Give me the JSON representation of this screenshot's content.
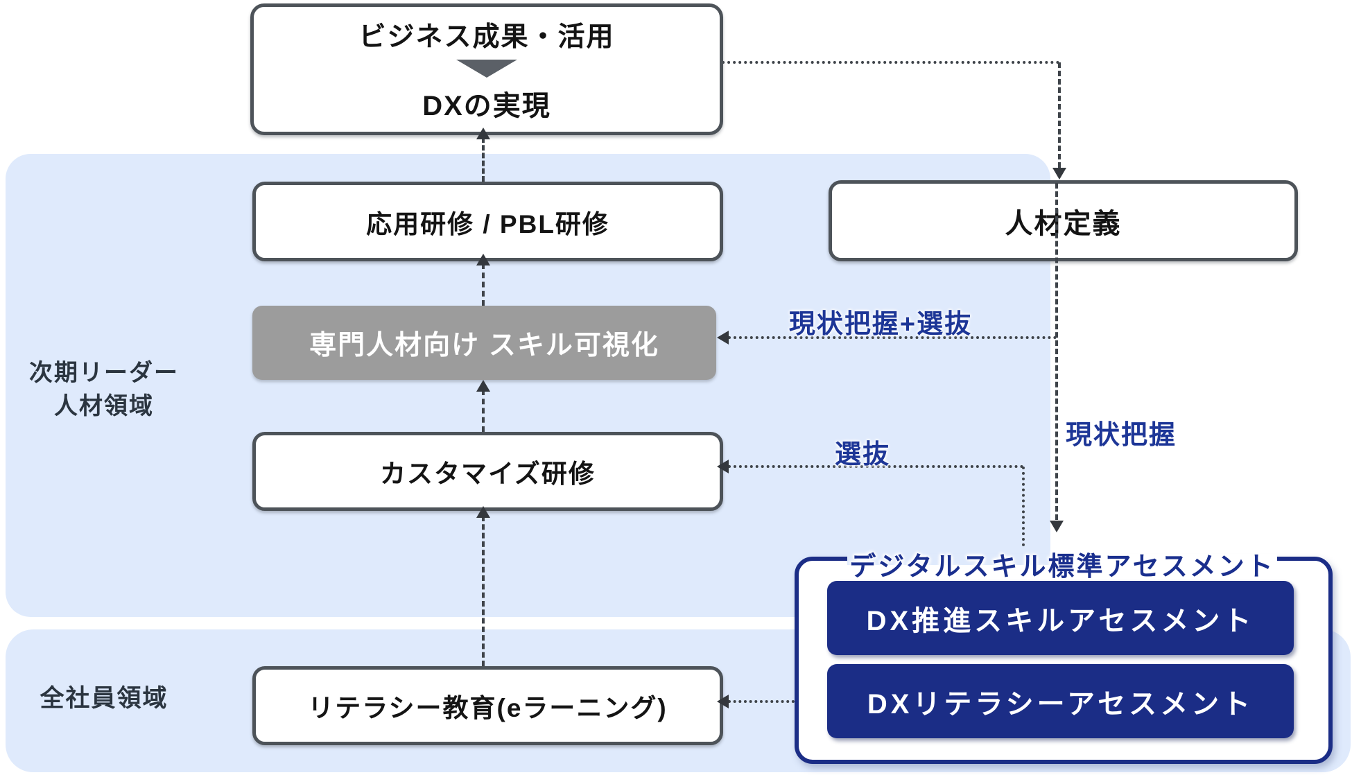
{
  "colors": {
    "panel_blue": "#dfeafc",
    "box_border_gray": "#4d5359",
    "gray_box_fill": "#9c9c9c",
    "navy": "#1b2d86",
    "flow_label_blue": "#1d3697",
    "line_gray": "#3f444a",
    "text_black": "#141414",
    "side_label_gray": "#2b3540"
  },
  "top_box": {
    "line1": "ビジネス成果・活用",
    "line2": "DXの実現",
    "triangle_icon": "down-triangle"
  },
  "regions": {
    "next_leader": {
      "label_line1": "次期リーダー",
      "label_line2": "人材領域"
    },
    "all_employees": {
      "label": "全社員領域"
    }
  },
  "boxes": {
    "applied_training": "応用研修 / PBL研修",
    "skill_visualization": "専門人材向け スキル可視化",
    "customized_training": "カスタマイズ研修",
    "literacy_education": "リテラシー教育(eラーニング)",
    "talent_definition": "人材定義"
  },
  "assessment": {
    "title": "デジタルスキル標準アセスメント",
    "items": {
      "dx_promotion": "DX推進スキルアセスメント",
      "dx_literacy": "DXリテラシーアセスメント"
    }
  },
  "flow_labels": {
    "grasp_plus_select": "現状把握+選抜",
    "grasp": "現状把握",
    "select": "選抜"
  }
}
